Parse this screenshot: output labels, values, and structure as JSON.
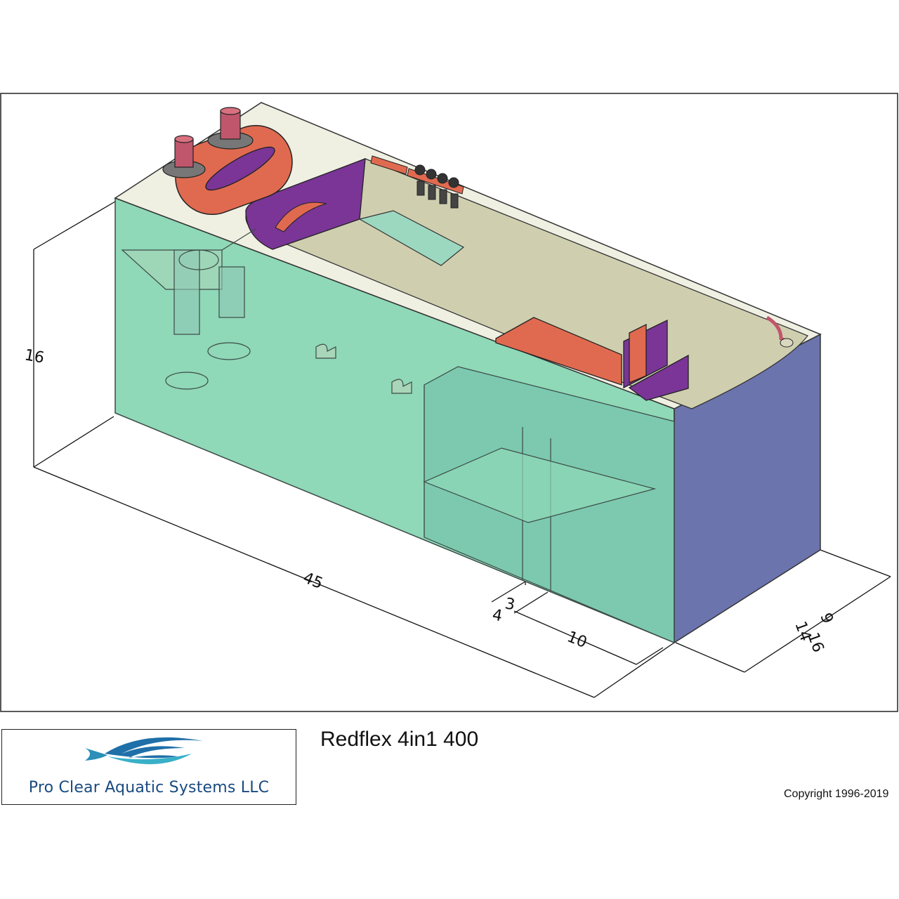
{
  "diagram": {
    "dimensions": {
      "height": "16",
      "length": "45",
      "depth": "14",
      "depth_fraction_num": "9",
      "depth_fraction_den": "16",
      "chamber_width": "10",
      "baffle_gap_num": "3",
      "baffle_gap_den": "4"
    },
    "colors": {
      "glass_front": "#8fd8b8",
      "glass_end": "#6b74ad",
      "top_trim": "#efefe2",
      "lid_orange": "#e06a50",
      "purple": "#7a3597",
      "overflow_floor": "#cfcfb0"
    }
  },
  "brand": {
    "company": "Pro Clear Aquatic Systems LLC",
    "logo_icon": "fish-icon"
  },
  "product": {
    "title": "Redflex 4in1 400"
  },
  "footer": {
    "copyright": "Copyright 1996-2019"
  }
}
